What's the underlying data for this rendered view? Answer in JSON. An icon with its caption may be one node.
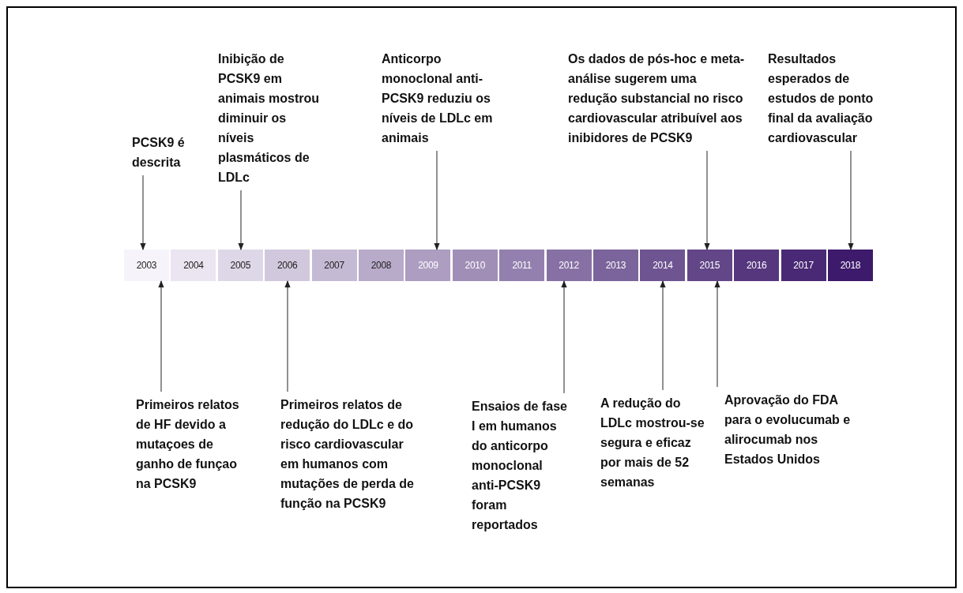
{
  "diagram": {
    "nodes": [
      {
        "text": [
          "2003"
        ]
      },
      {
        "text": [
          "2004"
        ]
      },
      {
        "text": [
          "2005"
        ]
      },
      {
        "text": [
          "2006"
        ]
      },
      {
        "text": [
          "2007"
        ]
      },
      {
        "text": [
          "2008"
        ]
      },
      {
        "text": [
          "2009"
        ]
      },
      {
        "text": [
          "2010"
        ]
      },
      {
        "text": [
          "2011"
        ]
      },
      {
        "text": [
          "2012"
        ]
      },
      {
        "text": [
          "2013"
        ]
      },
      {
        "text": [
          "2014"
        ]
      },
      {
        "text": [
          "2015"
        ]
      },
      {
        "text": [
          "2016"
        ]
      },
      {
        "text": [
          "2017"
        ]
      },
      {
        "text": [
          "2018"
        ]
      },
      {
        "text": [
          "PCSK9 é descrita"
        ]
      },
      {
        "text": [
          "Inibição de PCSK9 em animais mostrou diminuir os níveis plasmáticos de LDLc"
        ]
      },
      {
        "text": [
          "Anticorpo monoclonal anti-PCSK9 reduziu os níveis de LDLc em animais"
        ]
      },
      {
        "text": [
          "Os dados de pós-hoc e meta-análise sugerem uma redução substancial no risco cardiovascular atribuível aos inibidores de PCSK9"
        ]
      },
      {
        "text": [
          "Resultados esperados de estudos de ponto final da avaliação cardiovascular"
        ]
      },
      {
        "text": [
          "Primeiros relatos de HF devido a mutaçoes de ganho de funçao na PCSK9"
        ]
      },
      {
        "text": [
          "Primeiros relatos de redução do LDLc e do risco cardiovascular em humanos com mutações de perda de função na PCSK9"
        ]
      },
      {
        "text": [
          "Ensaios de fase I em humanos do anticorpo monoclonal anti-PCSK9 foram reportados"
        ]
      },
      {
        "text": [
          "A redução do LDLc mostrou-se segura e eficaz por mais de 52 semanas"
        ]
      },
      {
        "text": [
          "Aprovação do FDA para o evolucumab e alirocumab nos Estados Unidos"
        ]
      }
    ],
    "edges": [
      {
        "from": 16,
        "to": 0,
        "arrow": "to"
      },
      {
        "from": 17,
        "to": 2,
        "arrow": "to"
      },
      {
        "from": 18,
        "to": 6,
        "arrow": "to"
      },
      {
        "from": 19,
        "to": 12,
        "arrow": "to"
      },
      {
        "from": 20,
        "to": 15,
        "arrow": "to"
      },
      {
        "from": 21,
        "to": 0,
        "arrow": "to"
      },
      {
        "from": 22,
        "to": 3,
        "arrow": "to"
      },
      {
        "from": 23,
        "to": 9,
        "arrow": "to"
      },
      {
        "from": 24,
        "to": 11,
        "arrow": "to"
      },
      {
        "from": 25,
        "to": 12,
        "arrow": "to"
      }
    ]
  }
}
